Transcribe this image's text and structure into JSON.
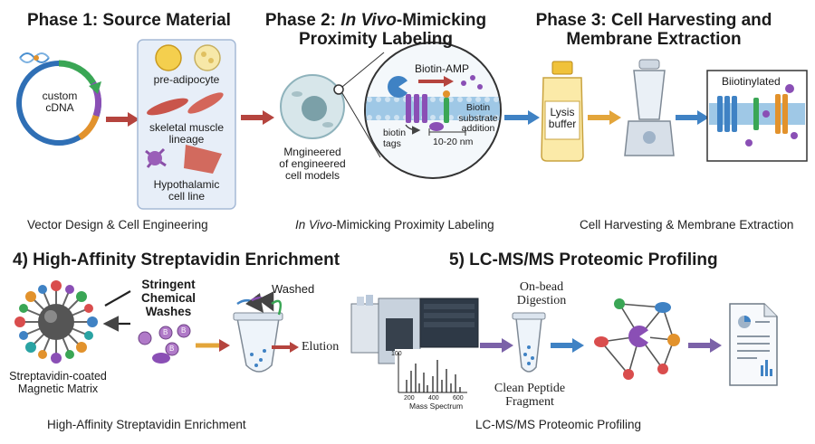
{
  "phase1": {
    "title": "Phase 1: Source Material",
    "plasmid_label_1": "custom",
    "plasmid_label_2": "cDNA",
    "cell_1": "pre-adipocyte",
    "cell_2a": "skeletal muscle",
    "cell_2b": "lineage",
    "cell_3a": "Hypothalamic",
    "cell_3b": "cell line",
    "caption": "Vector Design & Cell Engineering"
  },
  "phase2": {
    "title_prefix": "Phase 2: ",
    "title_italic": "In Vivo",
    "title_rest": "-Mimicking",
    "title_line2": "Proximity Labeling",
    "cell_label_1": "Mngineered",
    "cell_label_2": "of engineered",
    "cell_label_3": "cell models",
    "biotin_amp": "Biotin-AMP",
    "biotin_tags_1": "biotin",
    "biotin_tags_2": "tags",
    "substrate_1": "Biotin",
    "substrate_2": "substrate",
    "substrate_3": "addition",
    "distance": "10-20 nm",
    "caption_italic": "In Vivo",
    "caption_rest": "-Mimicking Proximity Labeling"
  },
  "phase3": {
    "title_line1": "Phase 3: Cell Harvesting and",
    "title_line2": "Membrane Extraction",
    "lysis_1": "Lysis",
    "lysis_2": "buffer",
    "biotinylated": "Biiotinylated",
    "caption": "Cell Harvesting & Membrane Extraction"
  },
  "phase4": {
    "title": "4) High-Affinity Streptavidin Enrichment",
    "washes_1": "Stringent",
    "washes_2": "Chemical",
    "washes_3": "Washes",
    "washed": "Washed",
    "elution": "Elution",
    "matrix_1": "Streptavidin-coated",
    "matrix_2": "Magnetic Matrix",
    "bead_letter": "B",
    "caption": "High-Affinity Streptavidin Enrichment"
  },
  "phase5": {
    "title": "5) LC-MS/MS Proteomic Profiling",
    "digestion_1": "On-bead",
    "digestion_2": "Digestion",
    "peptide_1": "Clean Peptide",
    "peptide_2": "Fragment",
    "ms_label": "Mass Spectrum",
    "ticks": [
      "100",
      "200",
      "400",
      "600"
    ],
    "caption": "LC-MS/MS Proteomic Profiling"
  },
  "colors": {
    "arrow_red": "#b5443e",
    "arrow_blue": "#3f82c4",
    "arrow_orange": "#e3a53a",
    "arrow_purple": "#7b62a8",
    "membrane": "#9fc8e6"
  }
}
